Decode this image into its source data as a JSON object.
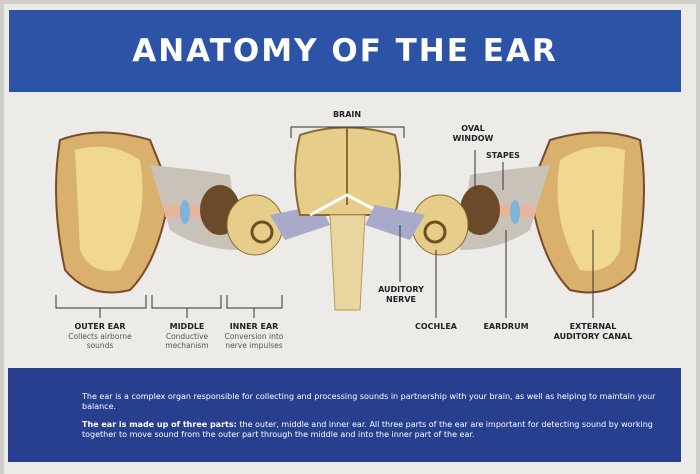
{
  "title": "ANATOMY OF THE EAR",
  "labels": {
    "brain": "BRAIN",
    "oval_window": "OVAL WINDOW",
    "stapes": "STAPES",
    "auditory_nerve": "AUDITORY NERVE",
    "outer_ear": {
      "title": "OUTER EAR",
      "desc": "Collects airborne sounds"
    },
    "middle": {
      "title": "MIDDLE",
      "desc": "Conductive mechanism"
    },
    "inner_ear": {
      "title": "INNER EAR",
      "desc": "Conversion into nerve impulses"
    },
    "cochlea": "COCHLEA",
    "eardrum": "EARDRUM",
    "external_canal": "EXTERNAL AUDITORY CANAL"
  },
  "info": {
    "paragraph1": "The ear is a complex organ responsible for collecting and processing sounds in partnership with your brain, as well as helping to maintain your balance.",
    "paragraph2_bold": "The ear is made up of three parts:",
    "paragraph2_rest": " the outer, middle and inner ear. All three parts of the ear are important for detecting sound by working together to move sound from the outer part through the middle and into the inner part of the ear."
  },
  "colors": {
    "banner": "#2d53a6",
    "info_box": "#283f8f",
    "bone": "#e6cd8a"
  }
}
